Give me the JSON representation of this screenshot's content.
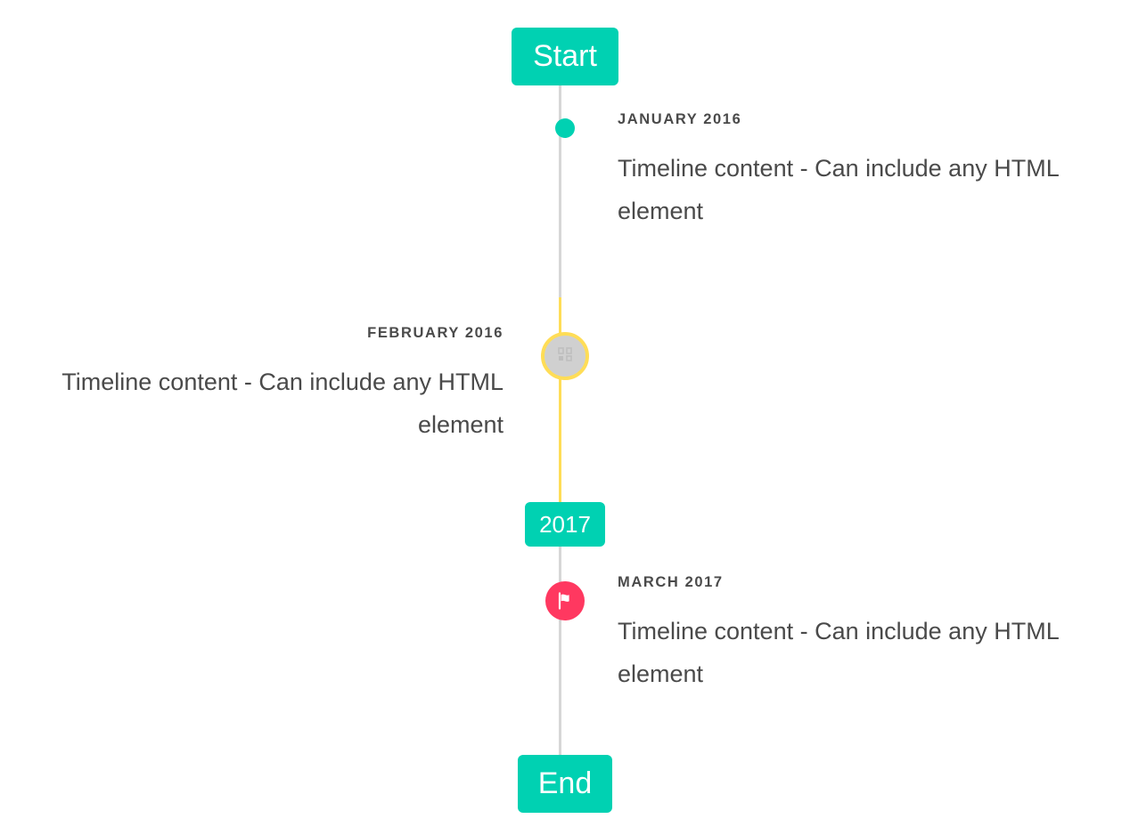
{
  "timeline": {
    "start_label": "Start",
    "mid_label": "2017",
    "end_label": "End",
    "colors": {
      "primary": "#00d1b2",
      "warning": "#ffdd57",
      "danger": "#ff3860",
      "rail": "#d6d6d6",
      "text": "#4a4a4a",
      "marker_fill": "#d0d0d0"
    },
    "items": [
      {
        "heading": "JANUARY 2016",
        "body": "Timeline content - Can include any HTML element",
        "side": "right",
        "marker": "dot-icon"
      },
      {
        "heading": "FEBRUARY 2016",
        "body": "Timeline content - Can include any HTML element",
        "side": "left",
        "marker": "broken-image-icon"
      },
      {
        "heading": "MARCH 2017",
        "body": "Timeline content - Can include any HTML element",
        "side": "right",
        "marker": "flag-icon"
      }
    ]
  }
}
